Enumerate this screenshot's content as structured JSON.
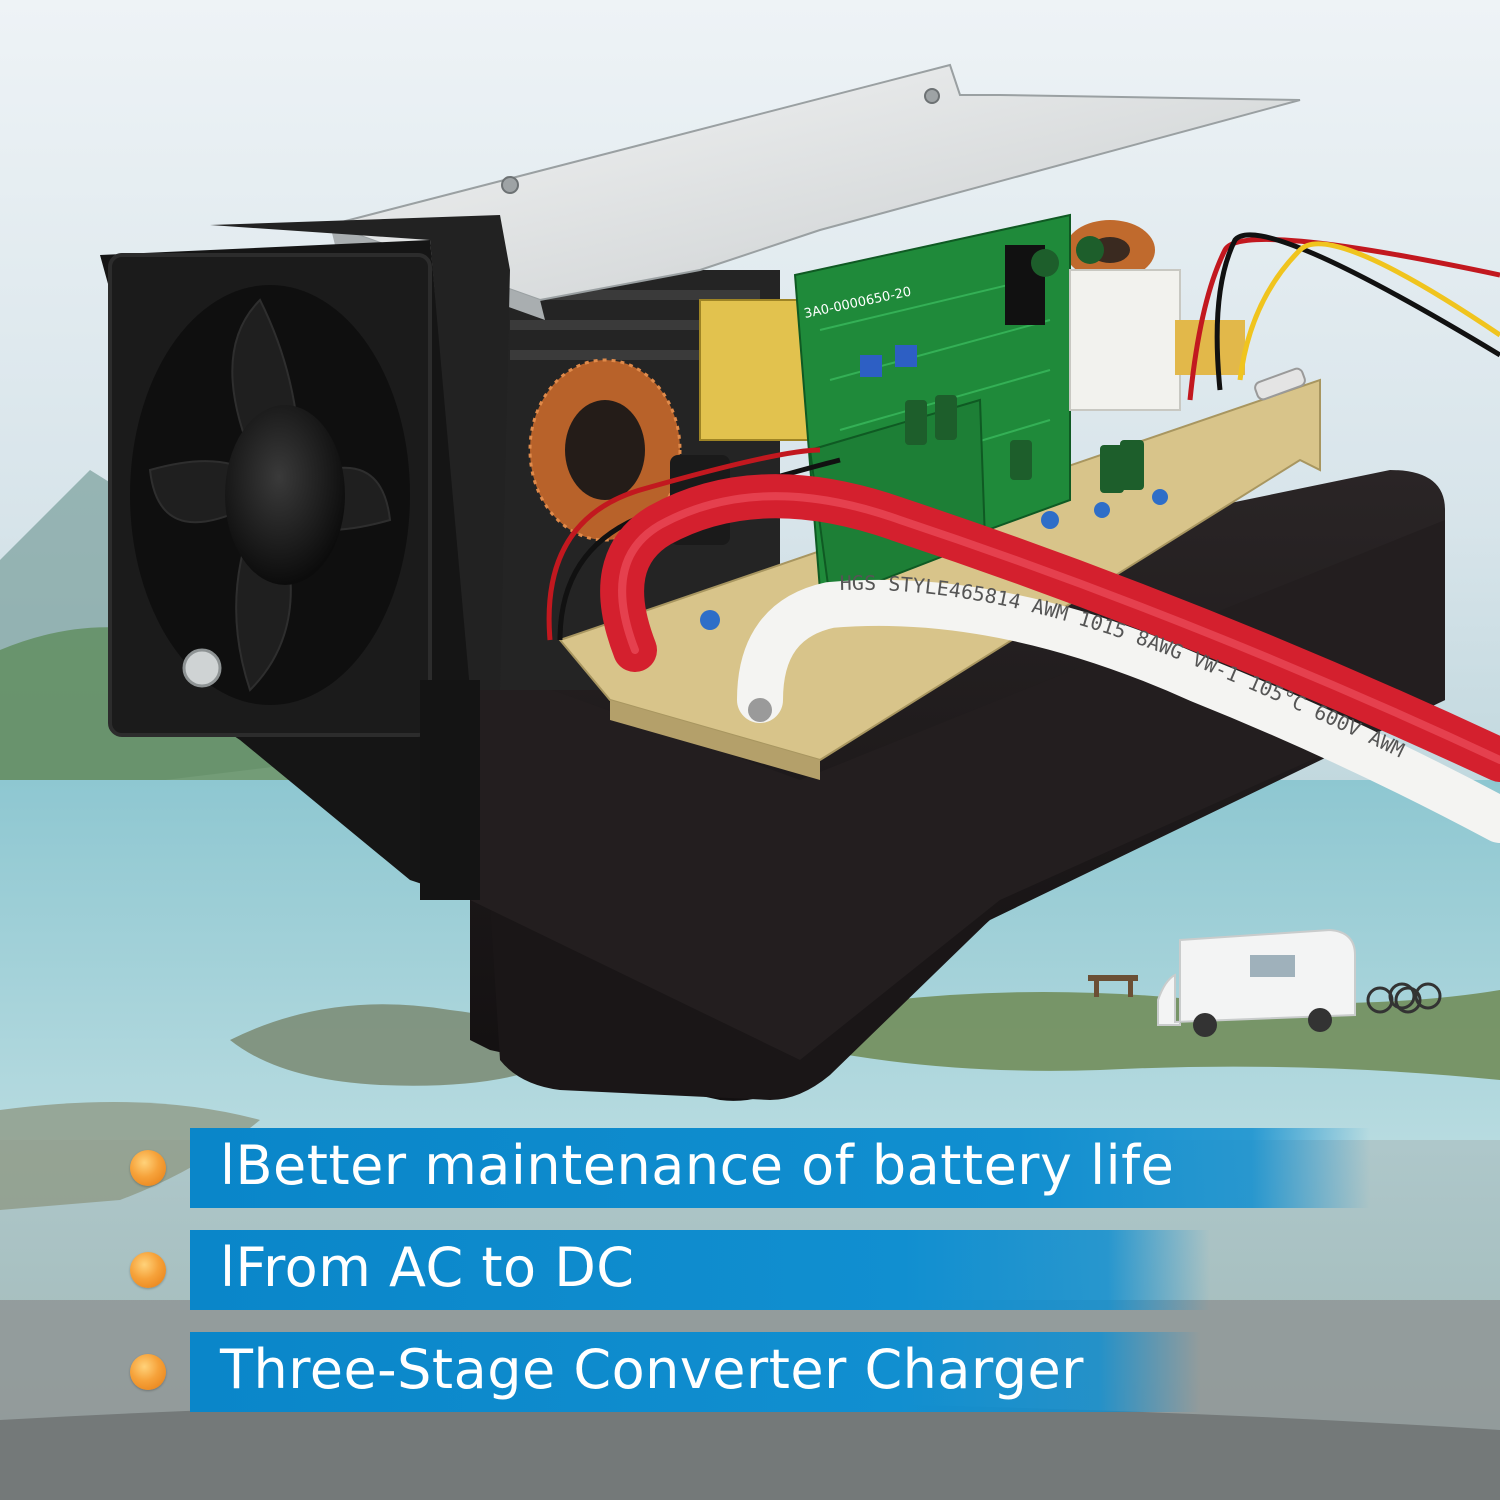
{
  "features": [
    {
      "text": "lBetter maintenance of battery life",
      "bullet_color": "#f39a2f"
    },
    {
      "text": "lFrom AC to DC",
      "bullet_color": "#f39a2f"
    },
    {
      "text": "Three-Stage Converter Charger",
      "bullet_color": "#f39a2f"
    }
  ],
  "cable_print": "HGS STYLE465814 AWM 1015 8AWG VW-1 105°C 600V AWM",
  "board_label": "3A0-0000650-20",
  "colors": {
    "band": "#0d8bcd",
    "bullet": "#f39a2f",
    "pcb_green": "#1f8a3a",
    "pcb_tan": "#d8c48a",
    "cable_red": "#d4202e"
  }
}
